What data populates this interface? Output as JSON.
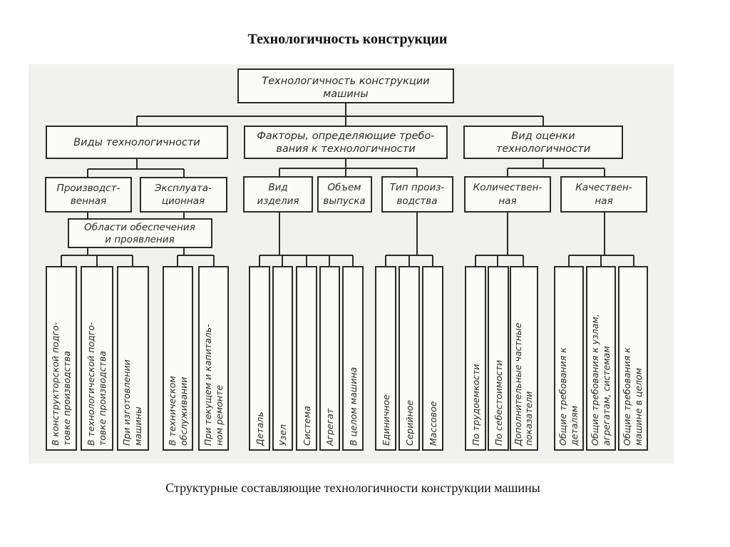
{
  "slide": {
    "title": "Технологичность конструкции",
    "caption": "Структурные составляющие технологичности конструкции машины"
  },
  "diagram": {
    "root": [
      "Технологичность конструкции",
      "машины"
    ],
    "level1": {
      "types": [
        "Виды технологичности"
      ],
      "factors": [
        "Факторы, определяющие требо-",
        "вания к технологичности"
      ],
      "assessment": [
        "Вид оценки",
        "технологичности"
      ]
    },
    "level2": {
      "production": [
        "Производст-",
        "венная"
      ],
      "operational": [
        "Эксплуата-",
        "ционная"
      ],
      "product_type": [
        "Вид",
        "изделия"
      ],
      "volume": [
        "Объем",
        "выпуска"
      ],
      "prod_type": [
        "Тип произ-",
        "водства"
      ],
      "quantitative": [
        "Количествен-",
        "ная"
      ],
      "qualitative": [
        "Качествен-",
        "ная"
      ]
    },
    "areas": [
      "Области обеспечения",
      "и проявления"
    ],
    "leaves": {
      "design_prep": [
        "В конструкторской подго-",
        "товке производства"
      ],
      "tech_prep": [
        "В технологической подго-",
        "товке производства"
      ],
      "manufacture": [
        "При изготовлении",
        "машины"
      ],
      "maintenance": [
        "В техническом",
        "обслуживании"
      ],
      "repair": [
        "При текущем и капиталь-",
        "ном ремонте"
      ],
      "part": [
        "Деталь"
      ],
      "unit": [
        "Узел"
      ],
      "system": [
        "Система"
      ],
      "aggregate": [
        "Агрегат"
      ],
      "whole_machine": [
        "В целом машина"
      ],
      "single": [
        "Единичное"
      ],
      "serial": [
        "Серийное"
      ],
      "mass": [
        "Массовое"
      ],
      "labor": [
        "По трудоемкости"
      ],
      "cost": [
        "По себестоимости"
      ],
      "extra": [
        "Дополнительные частные",
        "показатели"
      ],
      "req_parts": [
        "Общие требования к",
        "деталям"
      ],
      "req_units": [
        "Общие требования к узлам,",
        "агрегатам, системам"
      ],
      "req_machine": [
        "Общие требования к",
        "машине в целом"
      ]
    }
  }
}
